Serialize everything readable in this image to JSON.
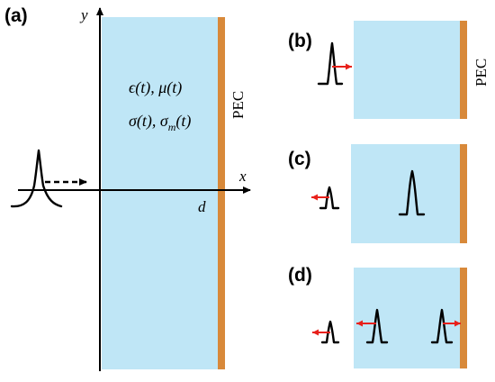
{
  "panels": {
    "a": {
      "label": "(a)",
      "axis_y": "y",
      "axis_x": "x",
      "distance_label": "d",
      "permittivity_permeability": "ϵ(t), μ(t)",
      "conductivity_electric": "σ(t), σ",
      "conductivity_magnetic_subscript": "m",
      "conductivity_magnetic_tail": "(t)",
      "boundary_label": "PEC"
    },
    "b": {
      "label": "(b)",
      "boundary_label": "PEC"
    },
    "c": {
      "label": "(c)"
    },
    "d": {
      "label": "(d)"
    }
  },
  "colors": {
    "medium": "#bfe6f6",
    "pec": "#d8893a",
    "axis": "#000000",
    "arrow": "#e8201a"
  }
}
